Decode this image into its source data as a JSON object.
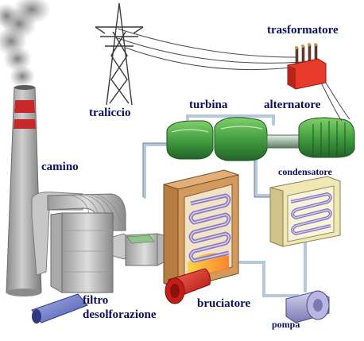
{
  "labels": {
    "traliccio": "traliccio",
    "trasformatore": "trasformatore",
    "turbina": "turbina",
    "alternatore": "alternatore",
    "camino": "camino",
    "condensatore": "condensatore",
    "filtro_line1": "filtro",
    "filtro_line2": "desolforazione",
    "bruciatore": "bruciatore",
    "pompa": "pompa"
  },
  "colors": {
    "label_text": "#0b0f5c",
    "background": "#ffffff",
    "pipe": "#b8c8d8",
    "turbine_green": "#3f9a3c",
    "transformer_red": "#e83a2a",
    "boiler_wall": "#d39a5e",
    "condenser_wall": "#e6dca0",
    "coil_purple": "#8a7bc0",
    "stack_grey": "#a7a7a7",
    "stack_band": "#c62828",
    "burner_red": "#d62820",
    "pump_lavender": "#a9a6d6",
    "pylon": "#3a3a3a"
  }
}
